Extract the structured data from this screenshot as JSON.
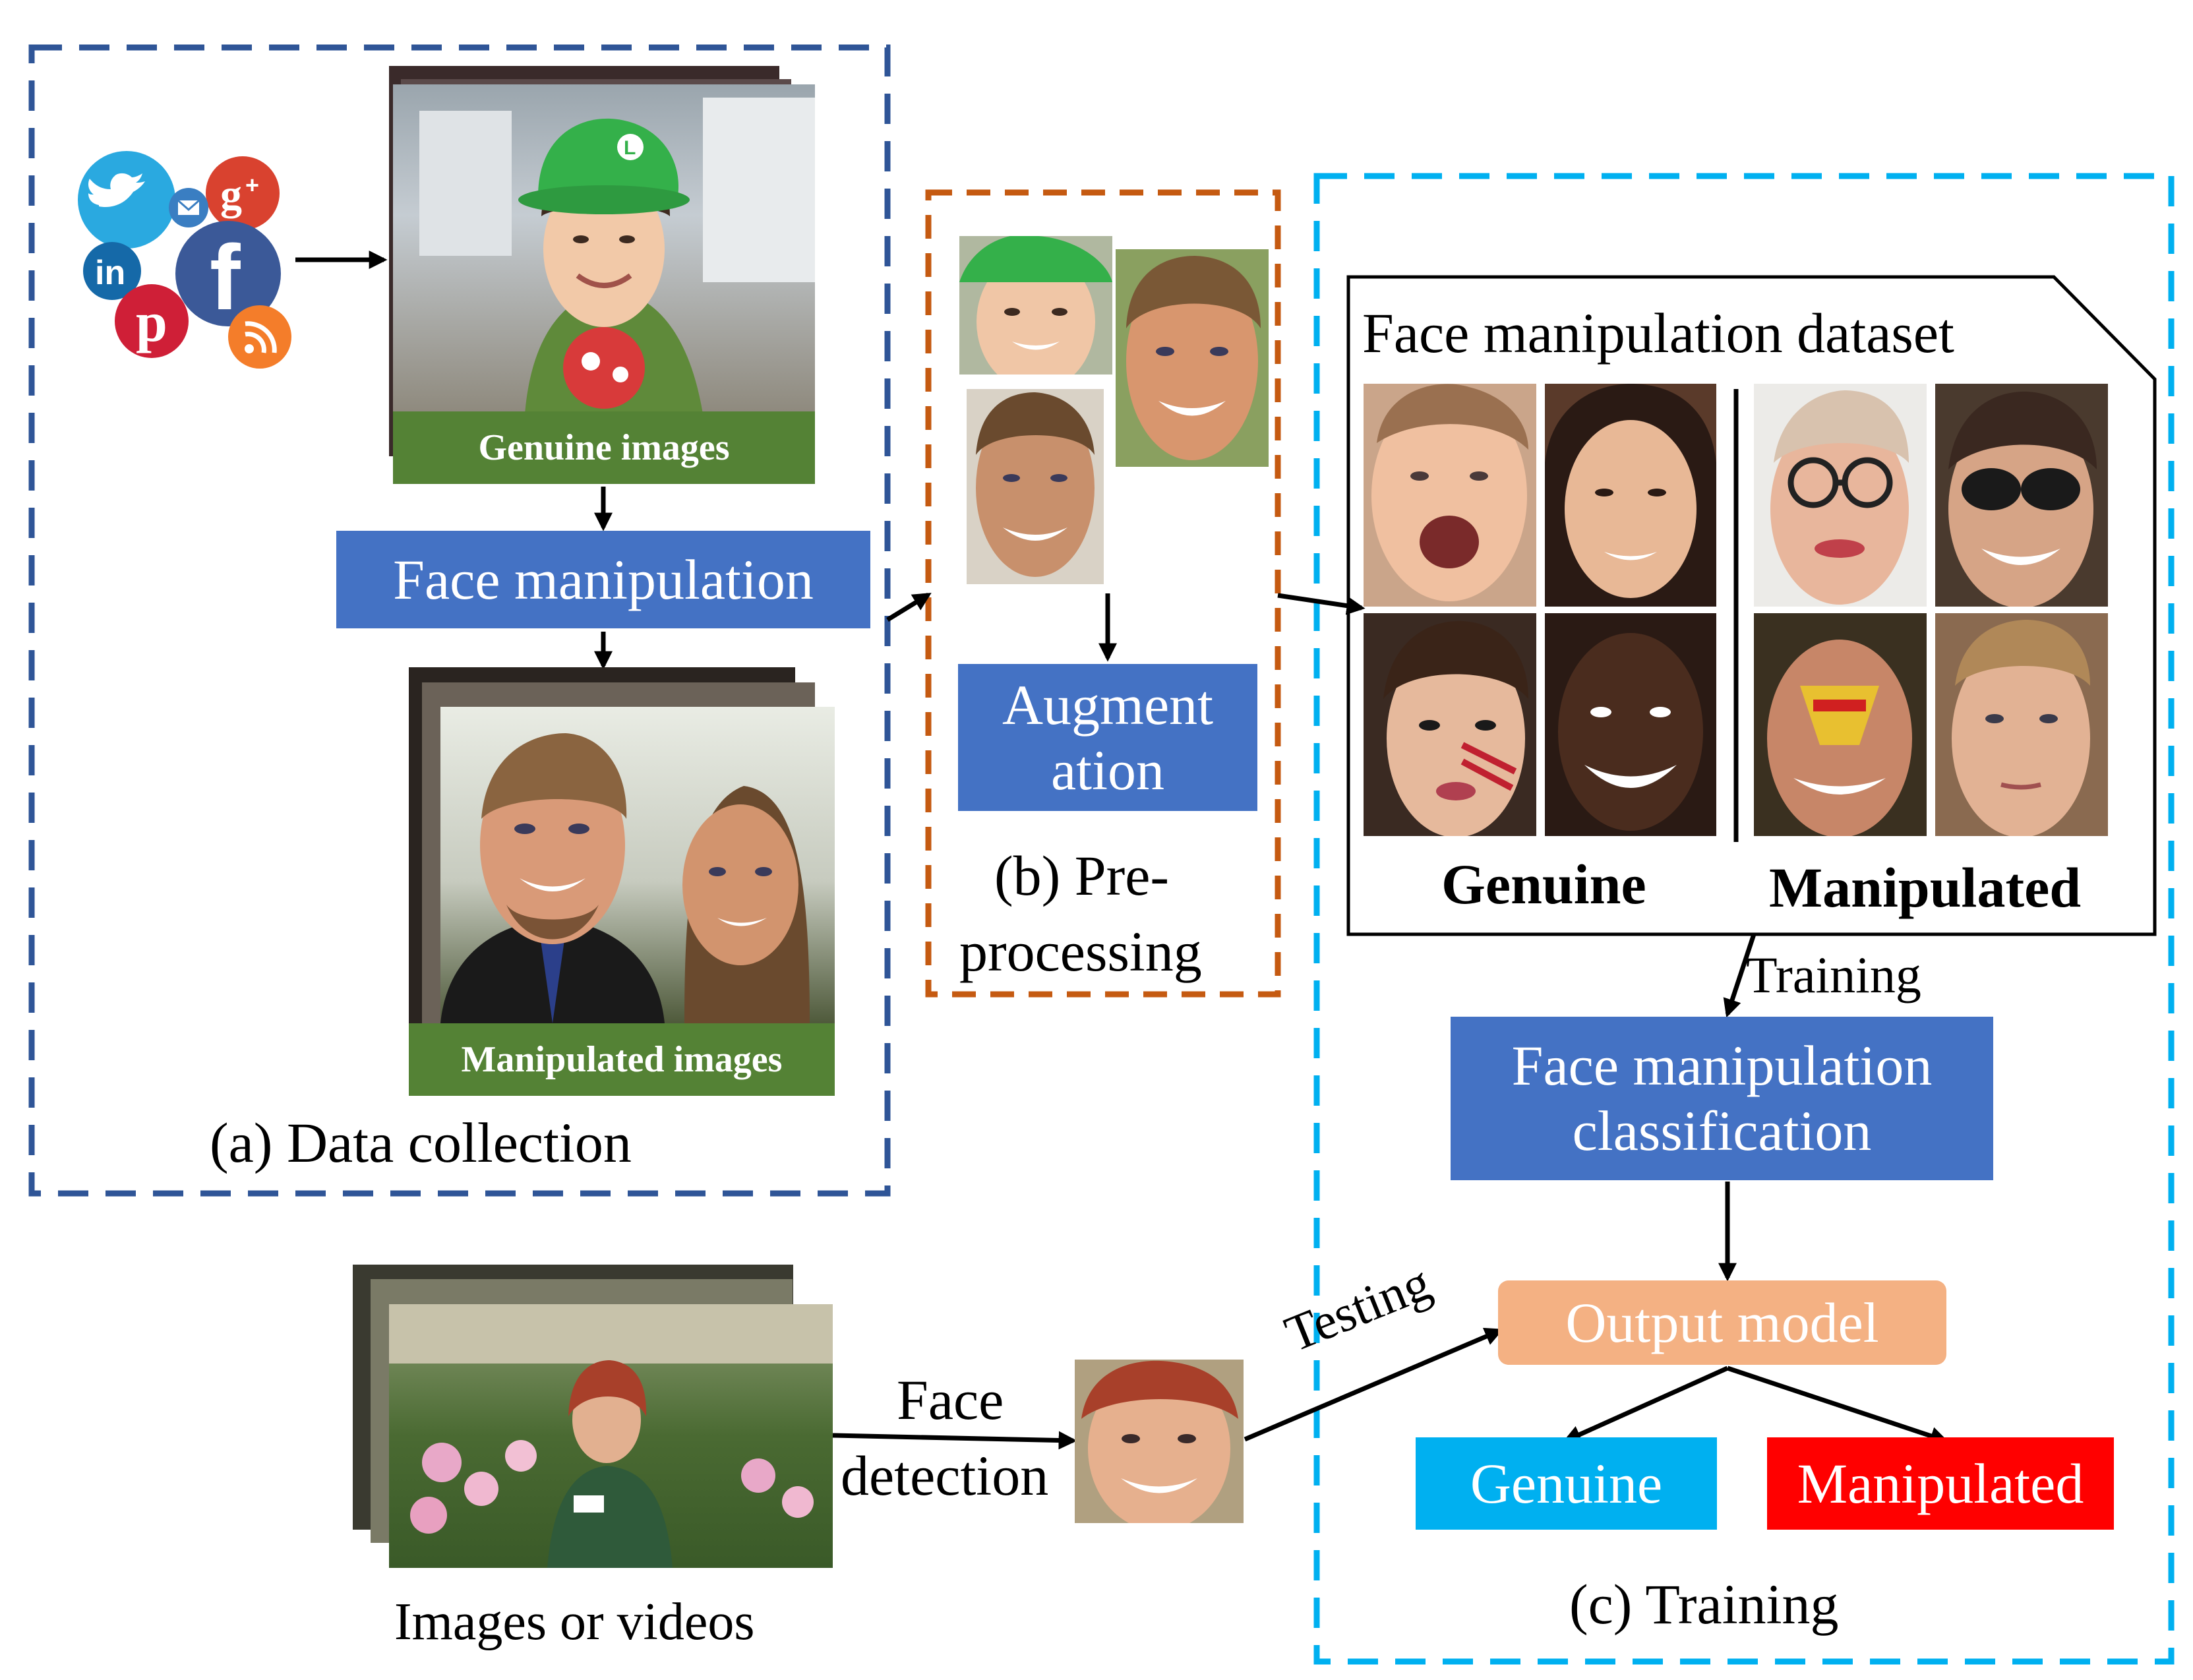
{
  "colors": {
    "box_blue": "#4472c4",
    "label_green": "#548235",
    "output_peach": "#f4b183",
    "genuine_cyan": "#00b0f0",
    "manipulated_red": "#ff0000",
    "frame_navy": "#2f5597",
    "frame_orange": "#c55a11",
    "frame_cyan": "#00b0f0"
  },
  "social_icons": [
    "twitter-icon",
    "email-icon",
    "google-plus-icon",
    "linkedin-icon",
    "facebook-icon",
    "pinterest-icon",
    "rss-icon"
  ],
  "data_collection": {
    "caption": "(a) Data collection",
    "genuine_label": "Genuine images",
    "process_box": "Face manipulation",
    "manipulated_label": "Manipulated images"
  },
  "preprocessing": {
    "caption_line1": "(b) Pre-",
    "caption_line2": "processing",
    "box_line1": "Augment",
    "box_line2": "ation"
  },
  "training": {
    "dataset_title": "Face manipulation dataset",
    "genuine_col_label": "Genuine",
    "manipulated_col_label": "Manipulated",
    "training_label": "Training",
    "classifier_line1": "Face manipulation",
    "classifier_line2": "classification",
    "output_model": "Output model",
    "result_genuine": "Genuine",
    "result_manipulated": "Manipulated",
    "caption": "(c) Training"
  },
  "testing": {
    "source_caption": "Images or videos",
    "face_detection_line1": "Face",
    "face_detection_line2": "detection",
    "testing_label": "Testing"
  }
}
